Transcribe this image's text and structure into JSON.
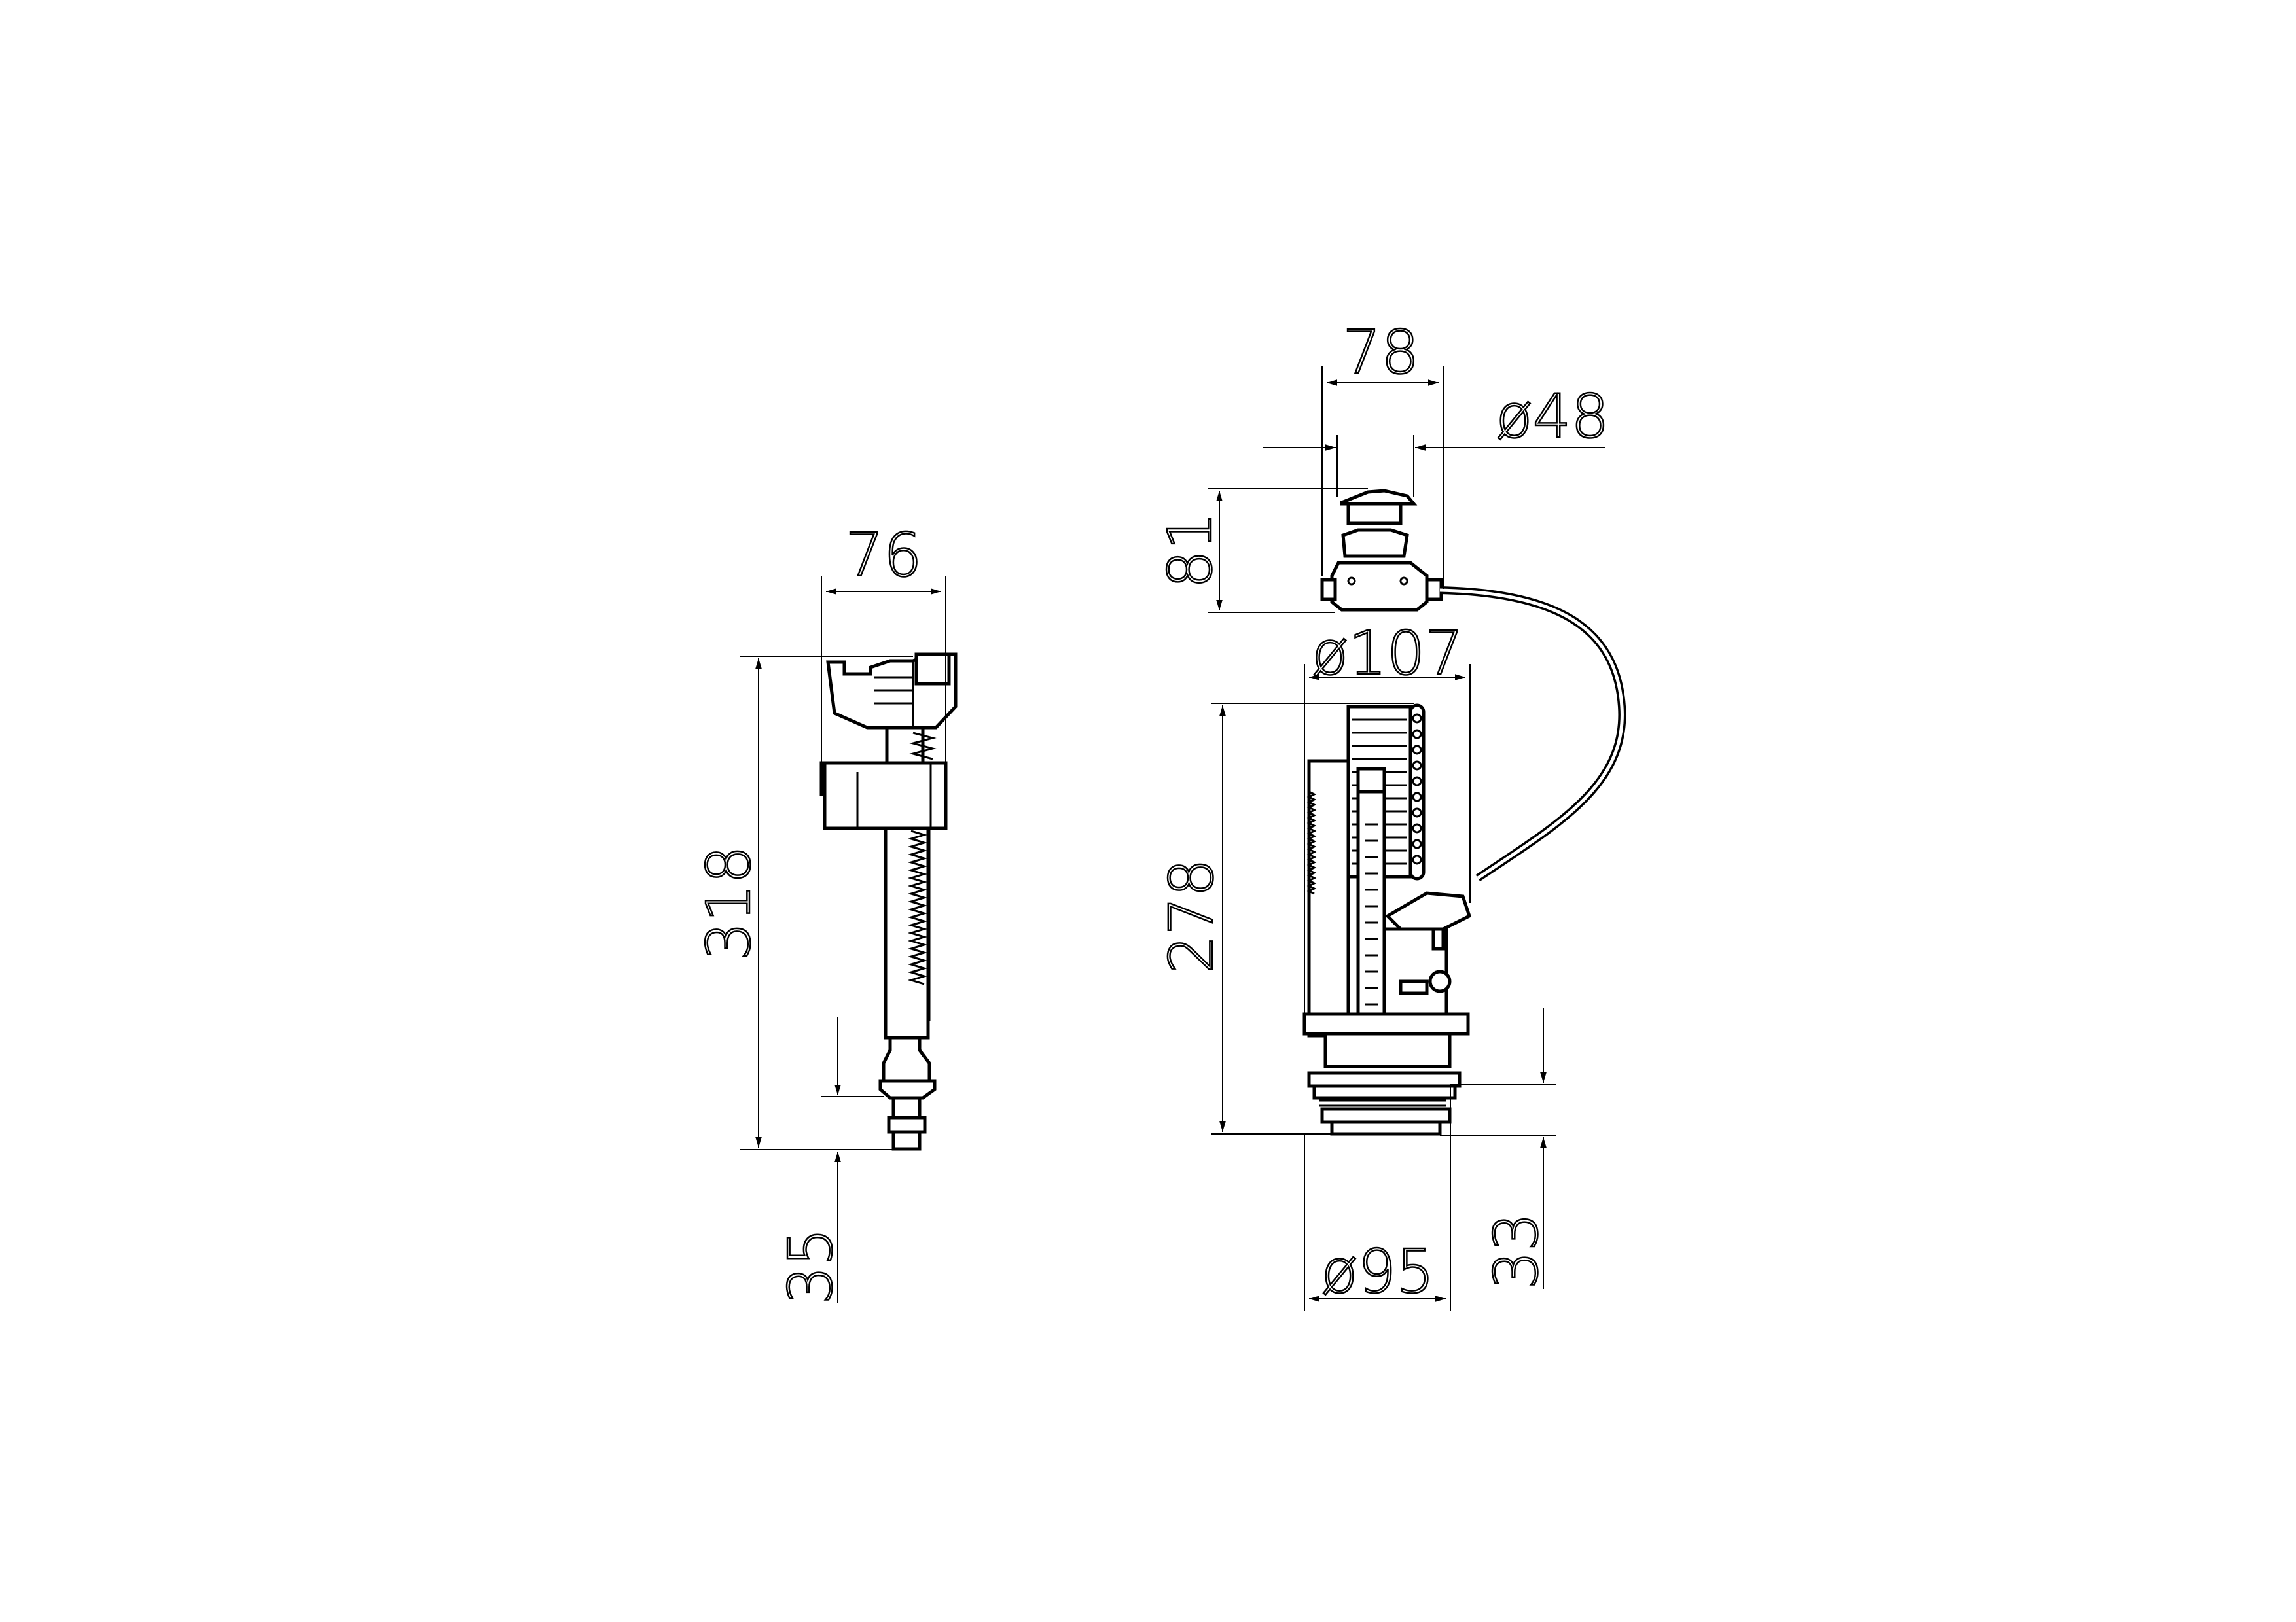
{
  "drawing": {
    "fill_valve": {
      "width_label": "76",
      "height_label": "318",
      "inlet_label": "35"
    },
    "flush_valve": {
      "push_button_width_label": "78",
      "push_button_diameter_label": "ø48",
      "push_button_height_label": "81",
      "body_diameter_label": "ø107",
      "body_height_label": "278",
      "thread_diameter_label": "ø95",
      "thread_length_label": "33"
    },
    "colors": {
      "line": "#000000",
      "background": "#ffffff"
    }
  }
}
